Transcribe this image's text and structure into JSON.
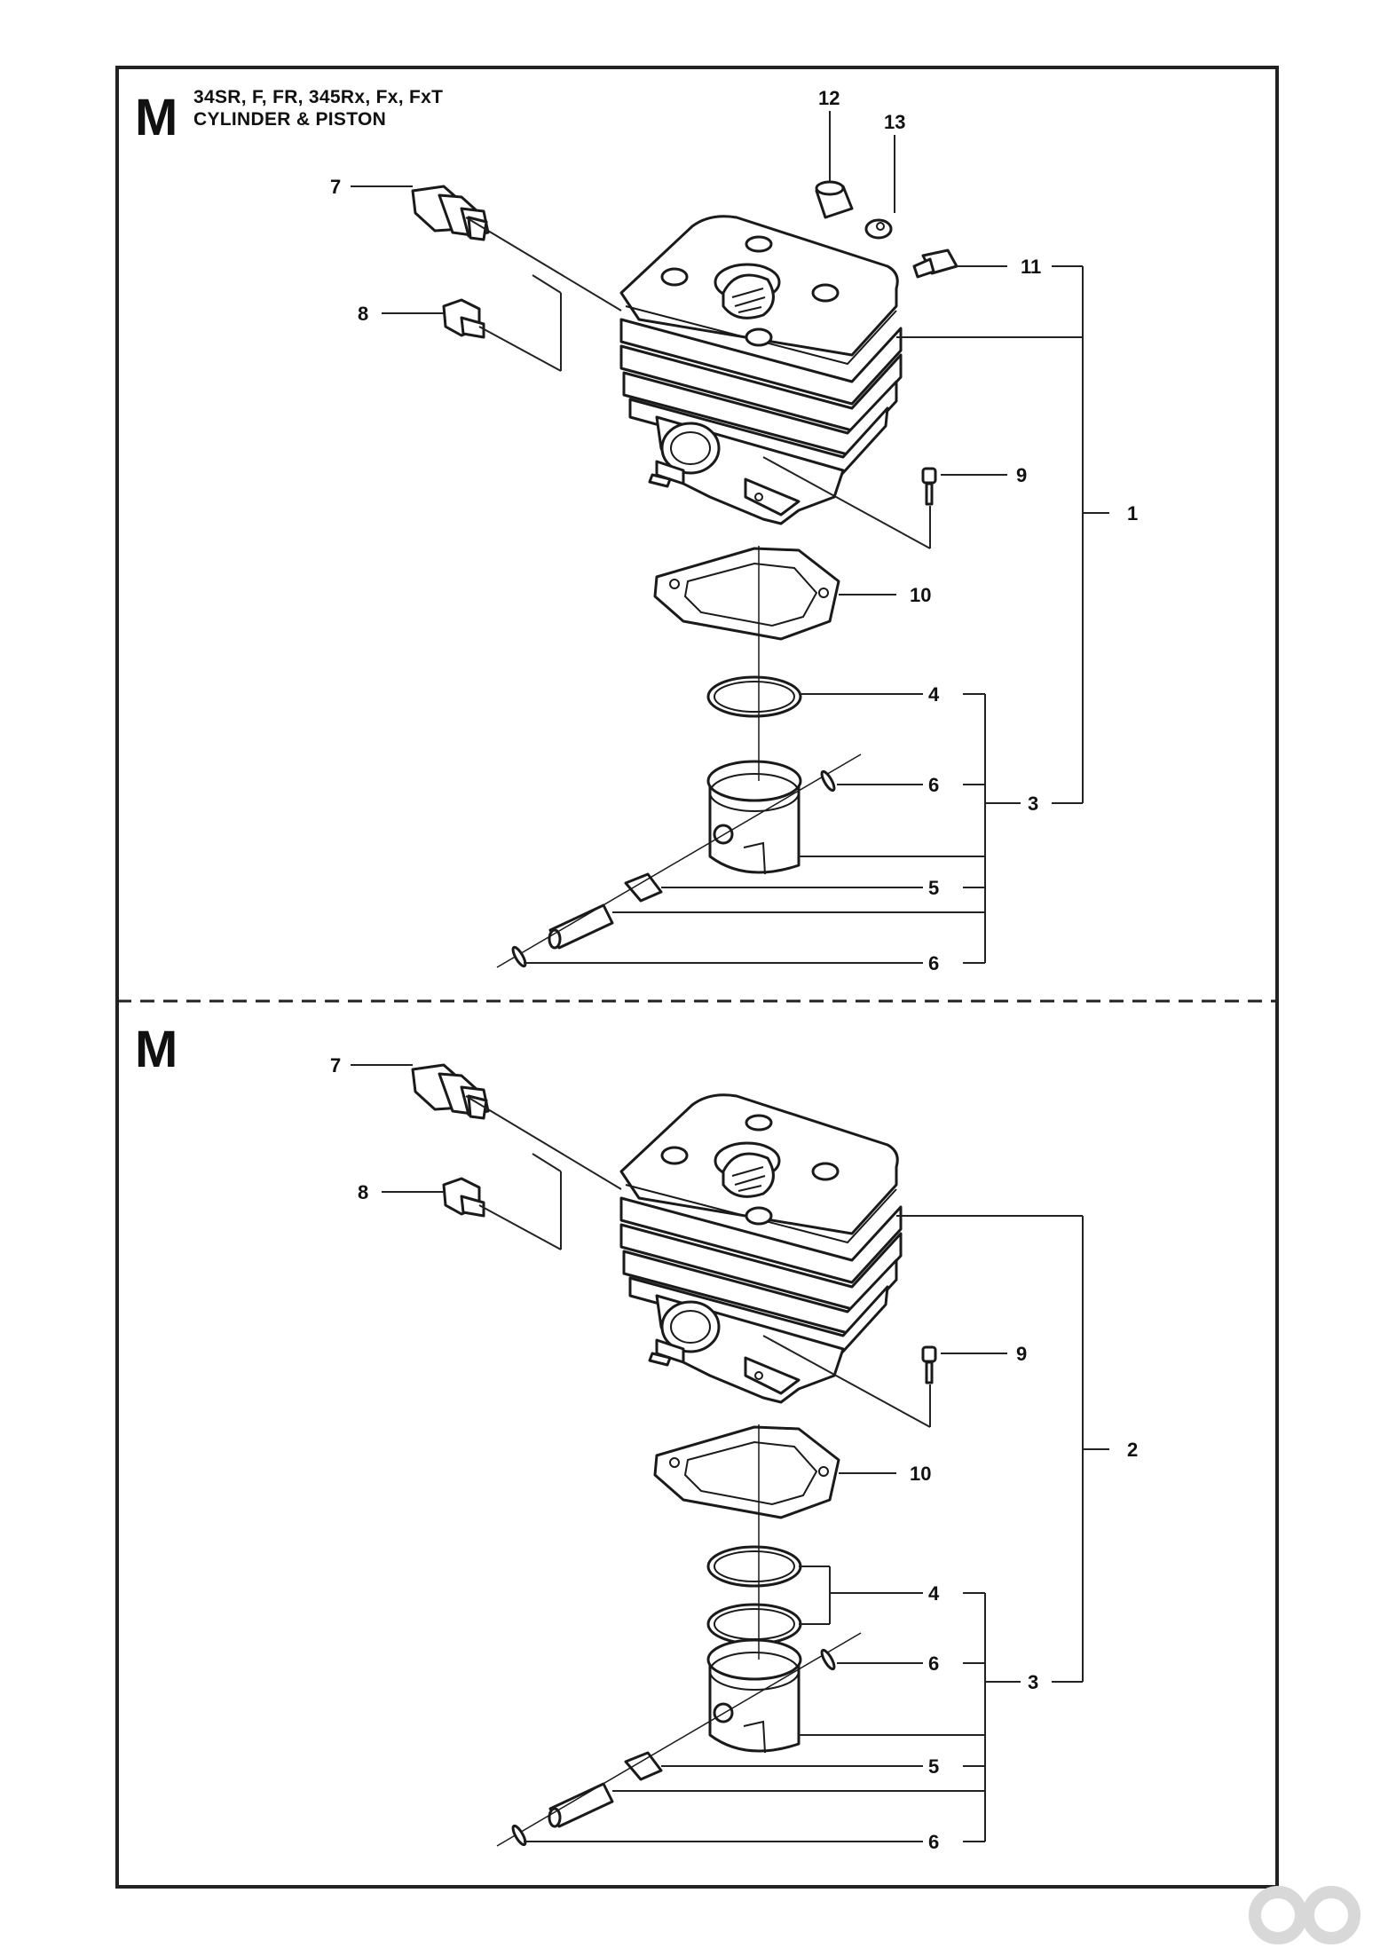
{
  "sections": [
    {
      "letter": "M",
      "model_line": "34SR, F, FR, 345Rx, Fx, FxT",
      "title_line": "CYLINDER & PISTON",
      "callouts": [
        "7",
        "8",
        "12",
        "13",
        "11",
        "9",
        "1",
        "10",
        "4",
        "6",
        "3",
        "5",
        "6"
      ]
    },
    {
      "letter": "M",
      "callouts": [
        "7",
        "8",
        "9",
        "2",
        "10",
        "4",
        "6",
        "3",
        "5",
        "6"
      ]
    }
  ],
  "colors": {
    "ink": "#111111",
    "background": "#ffffff",
    "watermark": "#d8d8d8"
  },
  "watermark_icon": "double-ring-logo-icon"
}
